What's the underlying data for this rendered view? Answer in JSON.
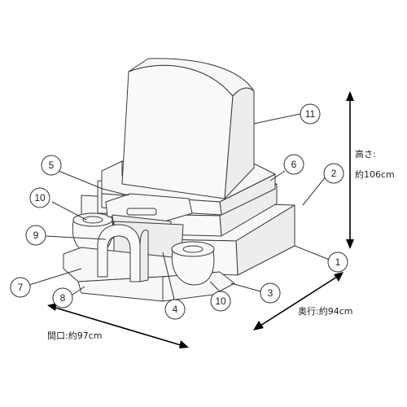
{
  "callouts": [
    "1",
    "2",
    "3",
    "4",
    "5",
    "6",
    "7",
    "8",
    "9",
    "10",
    "10",
    "11"
  ],
  "dimensions": {
    "height_label": "高さ:",
    "height_value": "約106cm",
    "depth_label": "奥行:約94cm",
    "width_label": "間口:約97cm"
  }
}
